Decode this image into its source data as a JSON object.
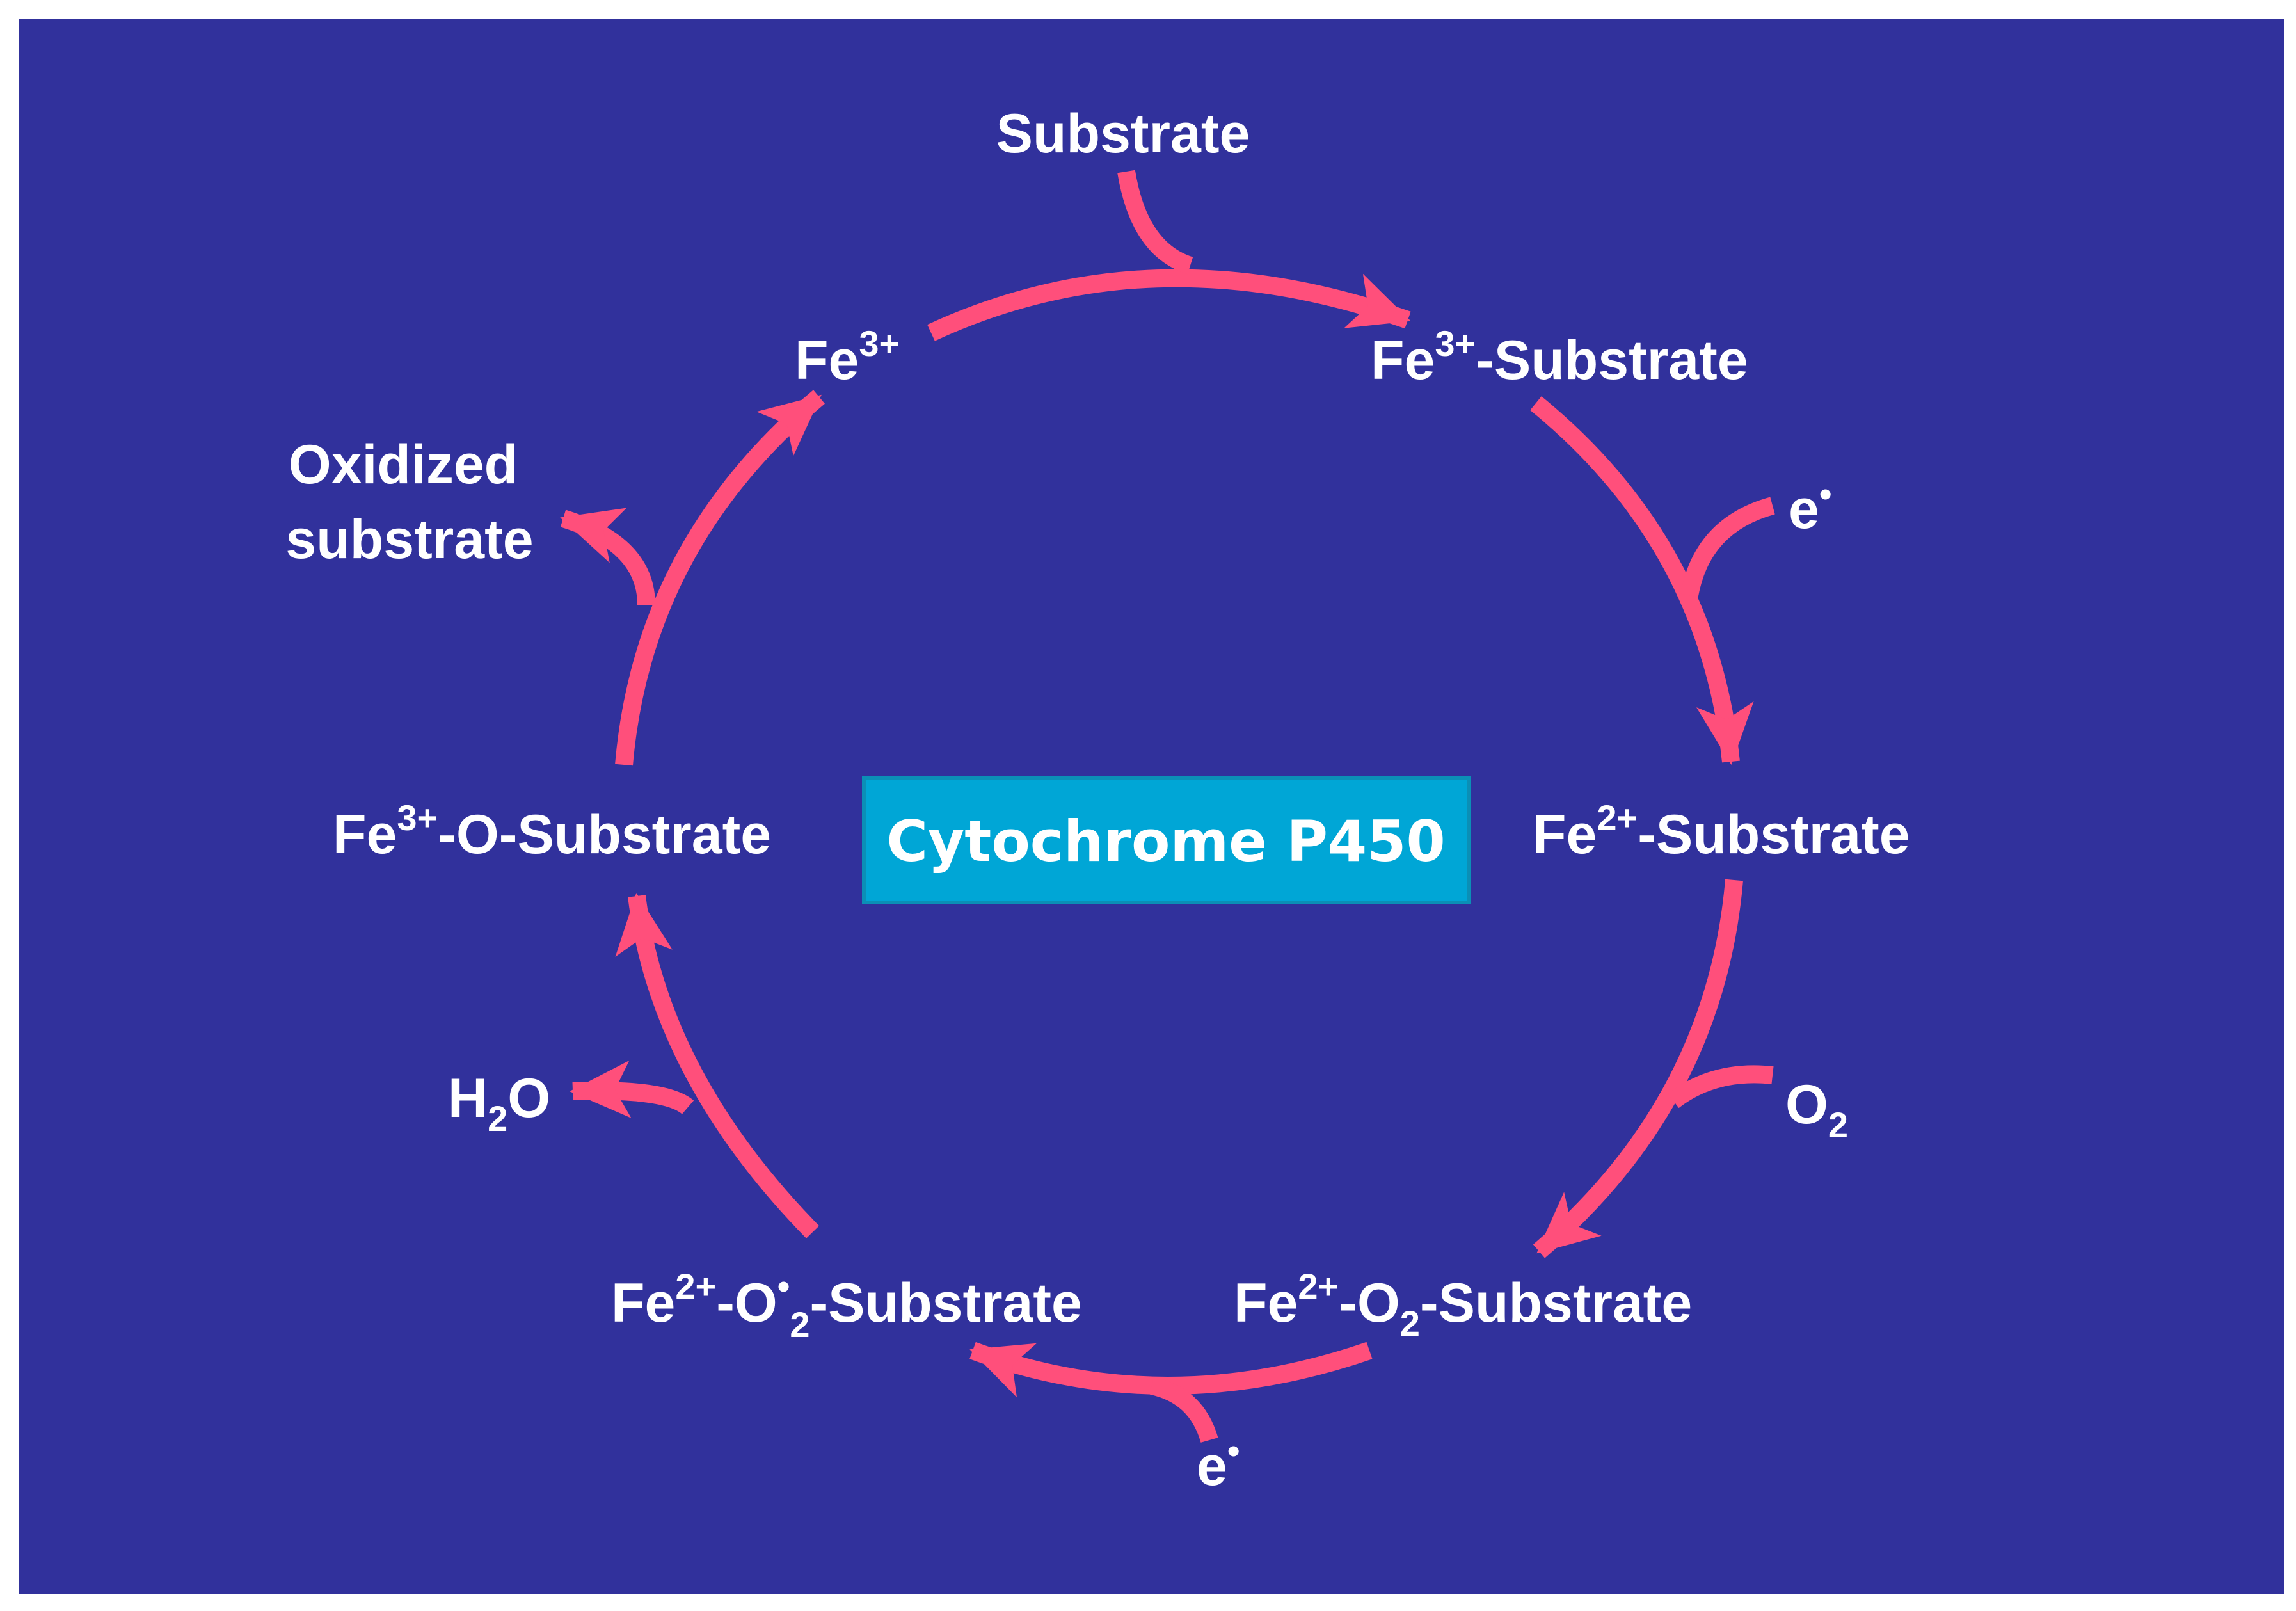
{
  "colors": {
    "background": "#31319c",
    "outer_border": "#ffffff",
    "arrow": "#ff4f7b",
    "text": "#ffffff",
    "center_box": "#00a6d6",
    "center_box_border": "#0b8fb6"
  },
  "center": {
    "label": "Cytochrome P450"
  },
  "nodes": {
    "substrate_in": {
      "text": "Substrate"
    },
    "fe3": {
      "base": "Fe",
      "sup": "3+"
    },
    "fe3_substrate": {
      "base": "Fe",
      "sup": "3+",
      "rest": "-Substrate"
    },
    "fe2_substrate": {
      "base": "Fe",
      "sup": "2+",
      "rest": "-Substrate"
    },
    "fe2_o2_substrate": {
      "base": "Fe",
      "sup": "2+",
      "mid": "-O",
      "sub": "2",
      "rest": "-Substrate"
    },
    "fe2_o2rad_substrate": {
      "base": "Fe",
      "sup": "2+",
      "mid": "-O",
      "dot": "•",
      "sub": "2",
      "rest": "-Substrate"
    },
    "fe3_o_substrate": {
      "base": "Fe",
      "sup": "3+",
      "rest": "-O-Substrate"
    },
    "oxidized_substrate": {
      "line1": "Oxidized",
      "line2": "substrate"
    },
    "electron_top": {
      "base": "e",
      "dot": "•"
    },
    "electron_bottom": {
      "base": "e",
      "dot": "•"
    },
    "oxygen": {
      "base": "O",
      "sub": "2"
    },
    "water": {
      "base": "H",
      "sub": "2",
      "rest": "O"
    }
  }
}
